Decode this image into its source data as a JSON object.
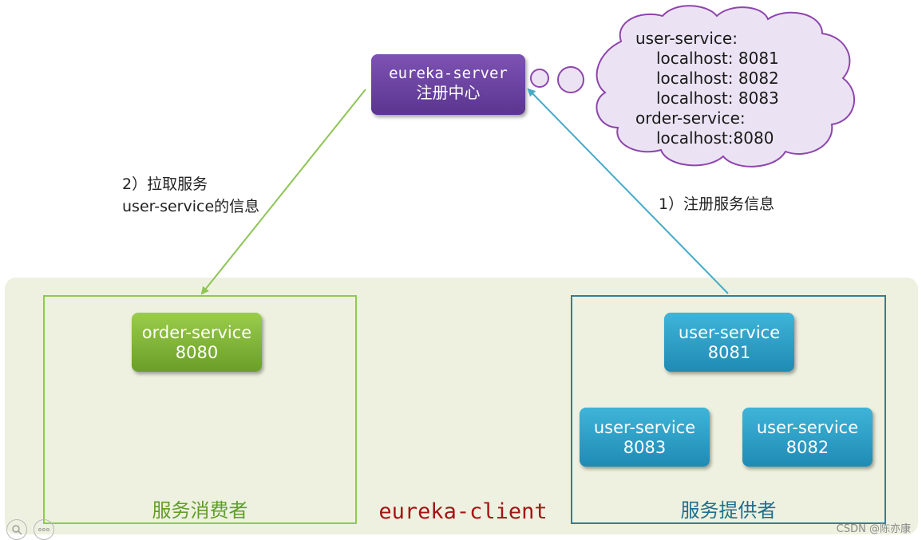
{
  "server": {
    "name": "eureka-server",
    "subtitle": "注册中心"
  },
  "registry_cloud": {
    "lines": [
      {
        "text": "user-service:",
        "indent": false
      },
      {
        "text": "localhost: 8081",
        "indent": true
      },
      {
        "text": "localhost: 8082",
        "indent": true
      },
      {
        "text": "localhost: 8083",
        "indent": true
      },
      {
        "text": "order-service:",
        "indent": false
      },
      {
        "text": "localhost:8080",
        "indent": true
      }
    ]
  },
  "edges": {
    "pull": {
      "line1": "2）拉取服务",
      "line2": "user-service的信息"
    },
    "register": {
      "text": "1）注册服务信息"
    }
  },
  "consumer": {
    "label": "服务消费者",
    "node": {
      "name": "order-service",
      "port": "8080"
    }
  },
  "provider": {
    "label": "服务提供者",
    "nodes": [
      {
        "name": "user-service",
        "port": "8081"
      },
      {
        "name": "user-service",
        "port": "8083"
      },
      {
        "name": "user-service",
        "port": "8082"
      }
    ]
  },
  "client_label": "eureka-client",
  "watermark": "CSDN @陈亦康",
  "colors": {
    "consumer": "#8ecb4c",
    "provider": "#2e7f9b",
    "server": "#6a44a0",
    "pull_arrow": "#8ec456",
    "register_arrow": "#45aac8",
    "cloud_fill": "#ebe3f3",
    "cloud_stroke": "#8e44ad"
  },
  "corner_icons": [
    "zoom-icon",
    "more-icon"
  ]
}
